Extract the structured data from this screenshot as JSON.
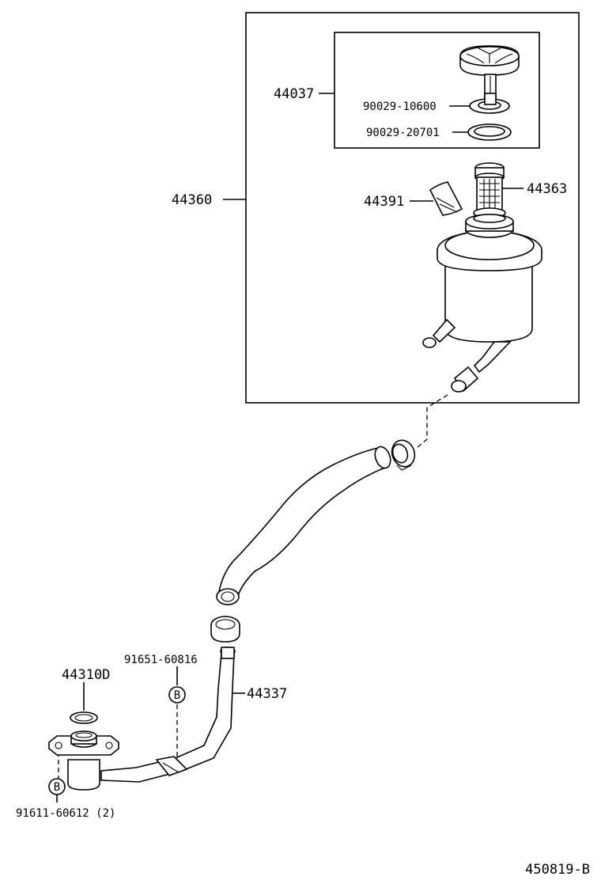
{
  "labels": {
    "p44037": "44037",
    "p90029_10600": "90029-10600",
    "p90029_20701": "90029-20701",
    "p44360": "44360",
    "p44391": "44391",
    "p44363": "44363",
    "p91651": "91651-60816",
    "p44337": "44337",
    "p44310d": "44310D",
    "p91611": "91611-60612 (2)",
    "markB1": "B",
    "markB2": "B",
    "code": "450819-B"
  }
}
